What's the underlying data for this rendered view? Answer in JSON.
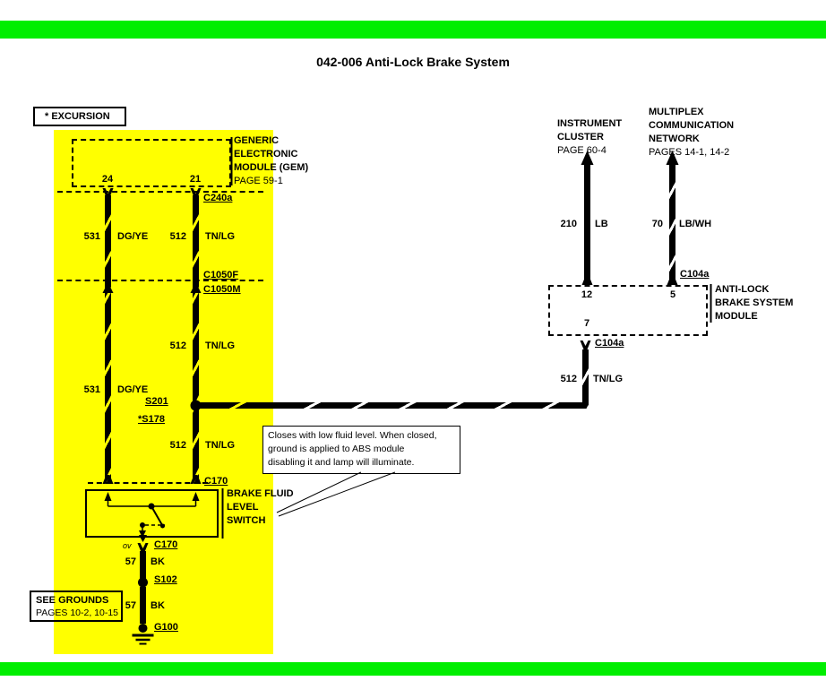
{
  "title": "042-006 Anti-Lock Brake System",
  "banner_color": "#00ee00",
  "highlight_color": "#ffff00",
  "excursion_label": "* EXCURSION",
  "gem_module": {
    "name_lines": [
      "GENERIC",
      "ELECTRONIC",
      "MODULE (GEM)"
    ],
    "page_ref": "PAGE 59-1",
    "pin_24": "24",
    "pin_21": "21"
  },
  "instrument_cluster": {
    "name_lines": [
      "INSTRUMENT",
      "CLUSTER"
    ],
    "page_ref": "PAGE 60-4"
  },
  "multiplex_network": {
    "name_lines": [
      "MULTIPLEX",
      "COMMUNICATION",
      "NETWORK"
    ],
    "page_ref": "PAGES 14-1, 14-2"
  },
  "abs_module": {
    "name_lines": [
      "ANTI-LOCK",
      "BRAKE SYSTEM",
      "MODULE"
    ],
    "pin_12": "12",
    "pin_5": "5",
    "pin_7": "7"
  },
  "fluid_switch": {
    "name_lines": [
      "BRAKE FLUID",
      "LEVEL",
      "SWITCH"
    ]
  },
  "see_grounds": {
    "line_1": "SEE GROUNDS",
    "line_2": "PAGES 10-2, 10-15"
  },
  "note": {
    "lines": [
      "Closes with low fluid level.  When closed,",
      "ground is applied to ABS module",
      "disabling it and lamp will illuminate."
    ]
  },
  "connectors": {
    "c240a": "C240a",
    "c1050f": "C1050F",
    "c1050m": "C1050M",
    "s201": "S201",
    "s178": "*S178",
    "c170_top": "C170",
    "c170_bottom": "C170",
    "ov_marker": "ov",
    "s102": "S102",
    "g100": "G100",
    "c104a_right": "C104a",
    "c104a_lower": "C104a"
  },
  "wires": {
    "w531_upper": {
      "num": "531",
      "color": "DG/YE"
    },
    "w512_upper": {
      "num": "512",
      "color": "TN/LG"
    },
    "w512_mid": {
      "num": "512",
      "color": "TN/LG"
    },
    "w531_lower": {
      "num": "531",
      "color": "DG/YE"
    },
    "w512_lower": {
      "num": "512",
      "color": "TN/LG"
    },
    "w210": {
      "num": "210",
      "color": "LB"
    },
    "w70": {
      "num": "70",
      "color": "LB/WH"
    },
    "w512_right": {
      "num": "512",
      "color": "TN/LG"
    },
    "w57_upper": {
      "num": "57",
      "color": "BK"
    },
    "w57_lower": {
      "num": "57",
      "color": "BK"
    }
  }
}
